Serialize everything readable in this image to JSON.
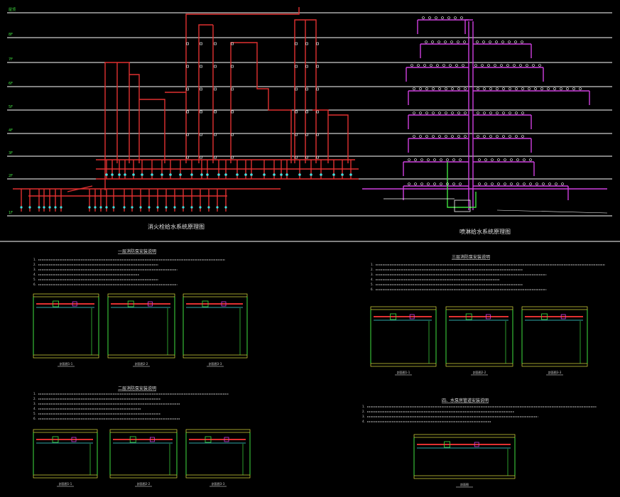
{
  "drawing": {
    "background": "#000000",
    "colors": {
      "red_pipe": "#e03030",
      "magenta_pipe": "#d040e0",
      "white_line": "#ffffff",
      "green": "#40e040",
      "cyan": "#40e0e0",
      "yellow": "#e0e040"
    },
    "top": {
      "left_system_title": "消火栓给水系统原理图",
      "right_system_title": "喷淋给水系统原理图",
      "floor_labels": [
        "屋顶",
        "8F",
        "7F",
        "6F",
        "5F",
        "4F",
        "3F",
        "2F",
        "1F"
      ]
    },
    "details": [
      {
        "title": "一层消防泵安装说明",
        "notes": [
          "1.",
          "2.",
          "3.",
          "4.",
          "5.",
          "6."
        ],
        "captions": [
          "剖面图1-1",
          "剖面图2-2",
          "剖面图3-3"
        ]
      },
      {
        "title": "二层消防泵安装说明",
        "notes": [
          "1.",
          "2.",
          "3.",
          "4.",
          "5.",
          "6."
        ],
        "captions": [
          "剖面图1-1",
          "剖面图2-2",
          "剖面图3-3"
        ]
      },
      {
        "title": "三层消防泵安装说明",
        "notes": [
          "1.",
          "2.",
          "3.",
          "4.",
          "5.",
          "6."
        ],
        "captions": [
          "剖面图1-1",
          "剖面图2-2",
          "剖面图3-3"
        ]
      },
      {
        "title": "四、水泵房管道安装说明",
        "notes": [
          "1.",
          "2.",
          "3.",
          "4."
        ],
        "captions": [
          "剖面图"
        ]
      }
    ]
  }
}
